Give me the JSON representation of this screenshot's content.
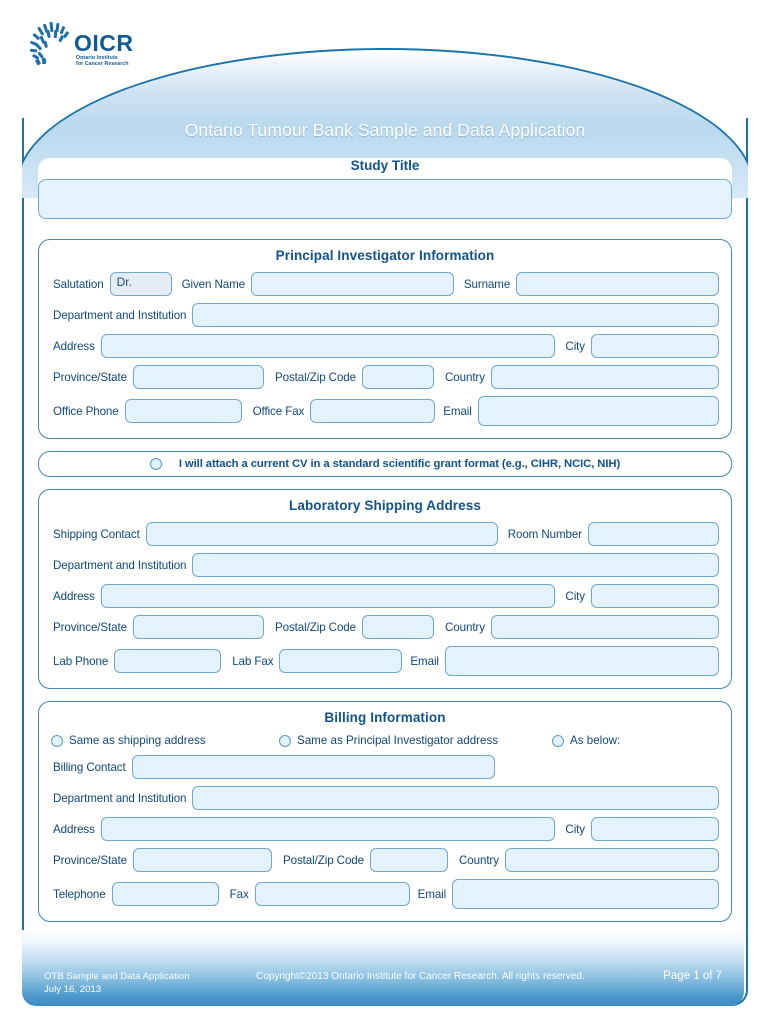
{
  "logo": {
    "acronym": "OICR",
    "line1": "Ontario Institute",
    "line2": "for Cancer Research",
    "icon": "oicr-logo-icon"
  },
  "header": {
    "title": "Ontario Tumour Bank Sample and Data Application"
  },
  "study": {
    "title_label": "Study Title",
    "value": ""
  },
  "principal_investigator": {
    "section_title": "Principal Investigator Information",
    "salutation_label": "Salutation",
    "salutation_value": "Dr.",
    "given_name_label": "Given Name",
    "given_name_value": "",
    "surname_label": "Surname",
    "surname_value": "",
    "department_label": "Department and Institution",
    "department_value": "",
    "address_label": "Address",
    "address_value": "",
    "city_label": "City",
    "city_value": "",
    "province_label": "Province/State",
    "province_value": "",
    "postal_label": "Postal/Zip Code",
    "postal_value": "",
    "country_label": "Country",
    "country_value": "",
    "office_phone_label": "Office Phone",
    "office_phone_value": "",
    "office_fax_label": "Office Fax",
    "office_fax_value": "",
    "email_label": "Email",
    "email_value": ""
  },
  "cv_attachment": {
    "label": "I will attach a current CV in a standard scientific grant format (e.g., CIHR, NCIC, NIH)",
    "checked": false
  },
  "shipping": {
    "section_title": "Laboratory Shipping Address",
    "contact_label": "Shipping Contact",
    "contact_value": "",
    "room_label": "Room Number",
    "room_value": "",
    "department_label": "Department and Institution",
    "department_value": "",
    "address_label": "Address",
    "address_value": "",
    "city_label": "City",
    "city_value": "",
    "province_label": "Province/State",
    "province_value": "",
    "postal_label": "Postal/Zip Code",
    "postal_value": "",
    "country_label": "Country",
    "country_value": "",
    "lab_phone_label": "Lab Phone",
    "lab_phone_value": "",
    "lab_fax_label": "Lab Fax",
    "lab_fax_value": "",
    "email_label": "Email",
    "email_value": ""
  },
  "billing": {
    "section_title": "Billing Information",
    "options": [
      {
        "label": "Same as shipping address",
        "selected": false
      },
      {
        "label": "Same as Principal Investigator address",
        "selected": false
      },
      {
        "label": "As below:",
        "selected": false
      }
    ],
    "contact_label": "Billing Contact",
    "contact_value": "",
    "department_label": "Department and Institution",
    "department_value": "",
    "address_label": "Address",
    "address_value": "",
    "city_label": "City",
    "city_value": "",
    "province_label": "Province/State",
    "province_value": "",
    "postal_label": "Postal/Zip Code",
    "postal_value": "",
    "country_label": "Country",
    "country_value": "",
    "telephone_label": "Telephone",
    "telephone_value": "",
    "fax_label": "Fax",
    "fax_value": "",
    "email_label": "Email",
    "email_value": ""
  },
  "footer": {
    "doc_name": "OTB  Sample and Data Application",
    "doc_date": "July 16, 2013",
    "copyright": "Copyright©2013 Ontario Institute for Cancer Research.  All rights reserved.",
    "page": "Page 1 of 7"
  },
  "colors": {
    "border_blue": "#1b74ab",
    "panel_blue": "#3f87b8",
    "field_fill": "#e3f2fb",
    "field_border": "#6fa8cd",
    "heading_blue": "#11538c",
    "label_blue": "#10487a"
  }
}
